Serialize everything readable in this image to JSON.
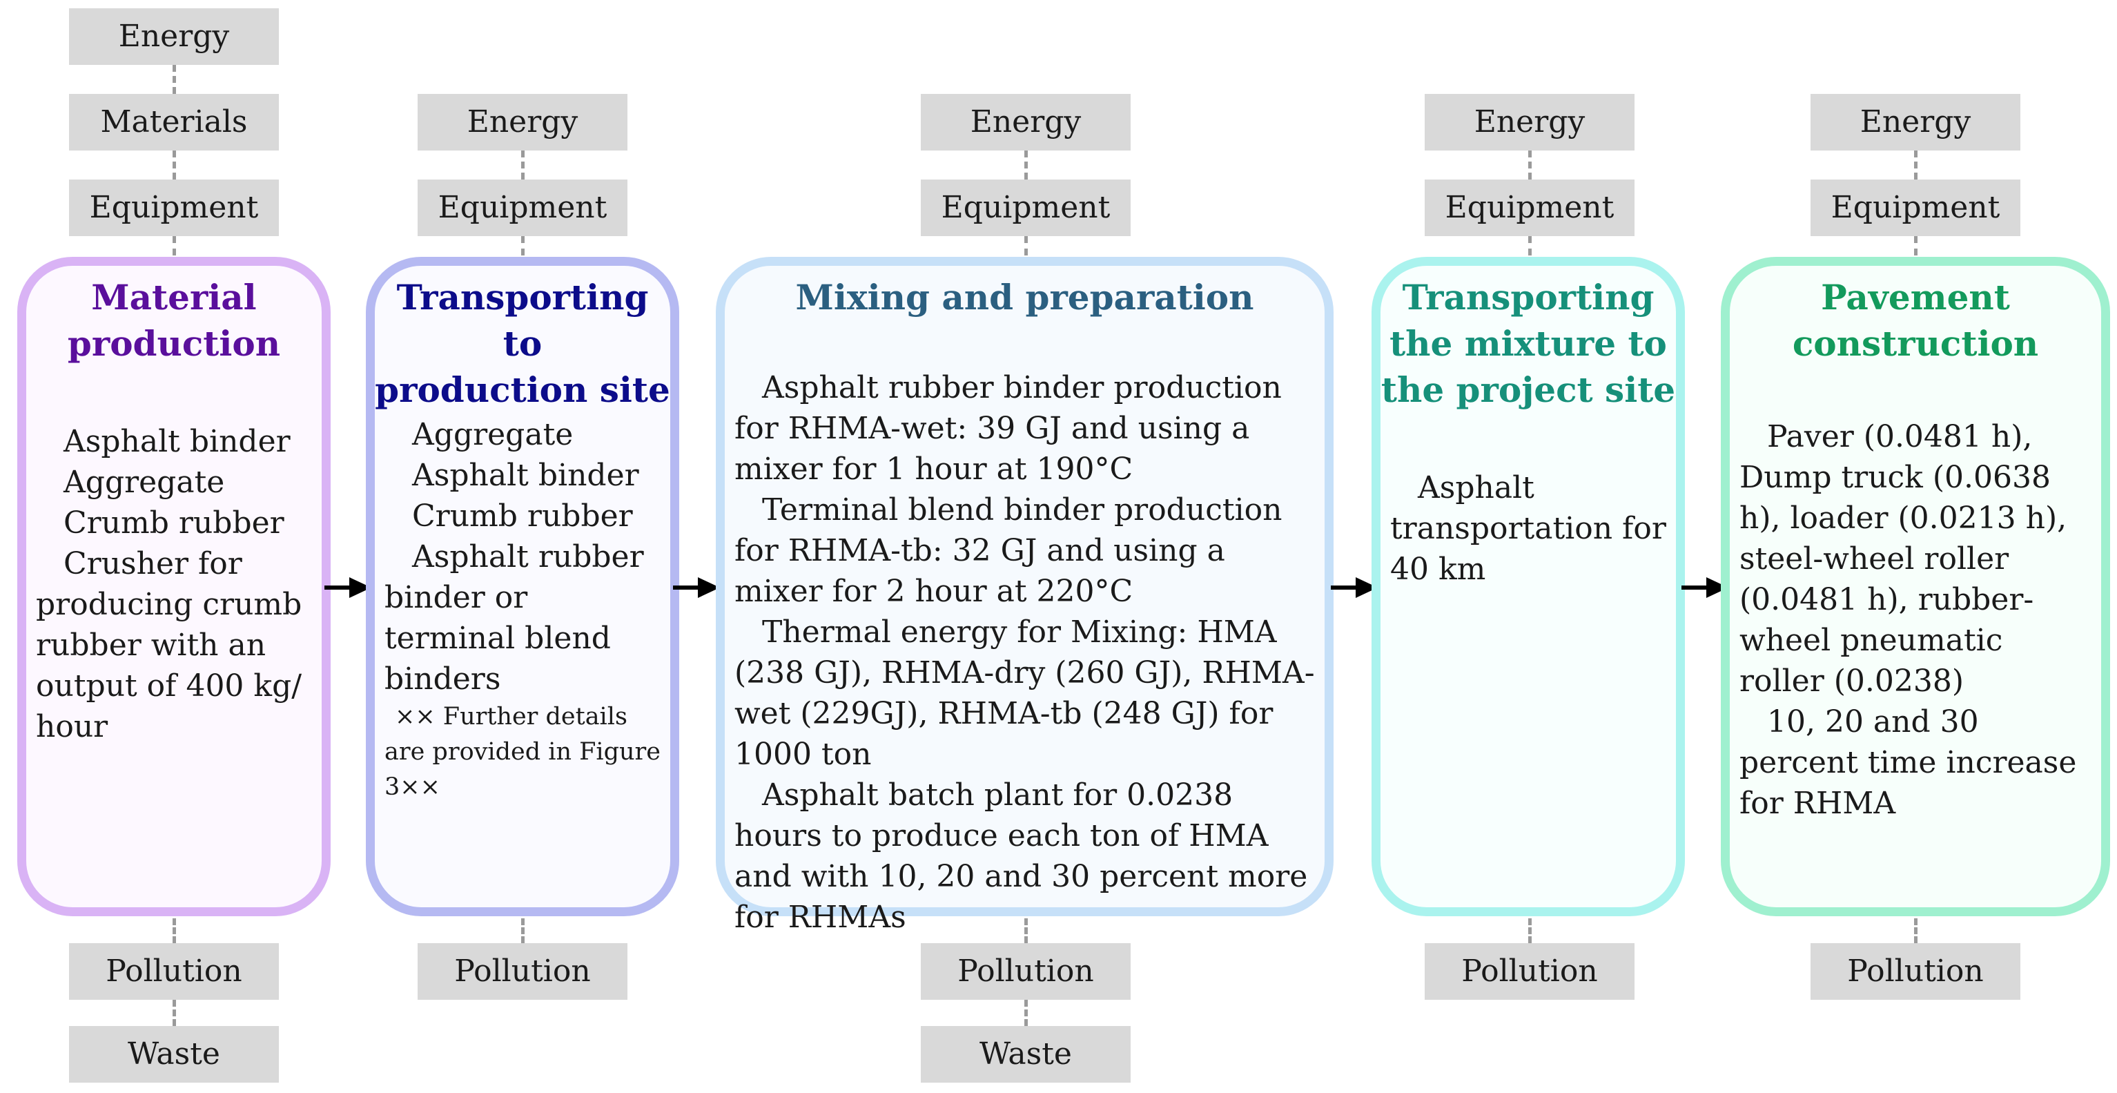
{
  "stages": [
    {
      "id": "material-production",
      "title_lines": [
        "Material",
        "production"
      ],
      "title_color": "#5a0f9c",
      "border_color": "#d9b3f5",
      "fill_color": "#fdf8ff",
      "body": [
        "Asphalt binder",
        "Aggregate",
        "Crumb rubber",
        "Crusher for producing crumb rubber with an output of 400 kg/ hour"
      ],
      "inputs": [
        "Energy",
        "Materials",
        "Equipment"
      ],
      "outputs": [
        "Pollution",
        "Waste"
      ]
    },
    {
      "id": "transporting-to-production-site",
      "title_lines": [
        "Transporting to",
        "production site"
      ],
      "title_color": "#0c0c8a",
      "border_color": "#b5b9f2",
      "fill_color": "#fafaff",
      "body": [
        "Aggregate",
        "Asphalt binder",
        "Crumb rubber",
        "Asphalt rubber binder or terminal blend binders"
      ],
      "note": "×× Further details are provided in Figure 3××",
      "inputs": [
        "Energy",
        "Equipment"
      ],
      "outputs": [
        "Pollution"
      ]
    },
    {
      "id": "mixing-and-preparation",
      "title_lines": [
        "Mixing and preparation"
      ],
      "title_color": "#2b5f80",
      "border_color": "#c6e0f8",
      "fill_color": "#f6fafe",
      "body": [
        "Asphalt rubber binder production for RHMA-wet: 39 GJ and using a mixer for 1 hour at 190°C",
        "Terminal blend binder production for RHMA-tb: 32 GJ and using a mixer for 2 hour at 220°C",
        "Thermal energy for Mixing: HMA (238 GJ), RHMA-dry (260 GJ), RHMA-wet (229GJ), RHMA-tb (248 GJ) for 1000 ton",
        "Asphalt batch plant for 0.0238 hours to produce each ton of HMA and with 10, 20 and 30 percent more for RHMAs"
      ],
      "inputs": [
        "Energy",
        "Equipment"
      ],
      "outputs": [
        "Pollution",
        "Waste"
      ]
    },
    {
      "id": "transporting-mixture-to-project-site",
      "title_lines": [
        "Transporting",
        "the mixture to",
        "the project site"
      ],
      "title_color": "#16907a",
      "border_color": "#aaf3ee",
      "fill_color": "#f8fffe",
      "body": [
        "Asphalt transportation for 40 km"
      ],
      "inputs": [
        "Energy",
        "Equipment"
      ],
      "outputs": [
        "Pollution"
      ]
    },
    {
      "id": "pavement-construction",
      "title_lines": [
        "Pavement",
        "construction"
      ],
      "title_color": "#139a5c",
      "border_color": "#9ff0cf",
      "fill_color": "#f7fffb",
      "body": [
        "Paver (0.0481 h), Dump truck (0.0638 h), loader (0.0213 h), steel-wheel roller (0.0481 h), rubber-wheel pneumatic roller (0.0238)",
        "10, 20 and 30 percent time increase for RHMA"
      ],
      "inputs": [
        "Energy",
        "Equipment"
      ],
      "outputs": [
        "Pollution"
      ]
    }
  ]
}
